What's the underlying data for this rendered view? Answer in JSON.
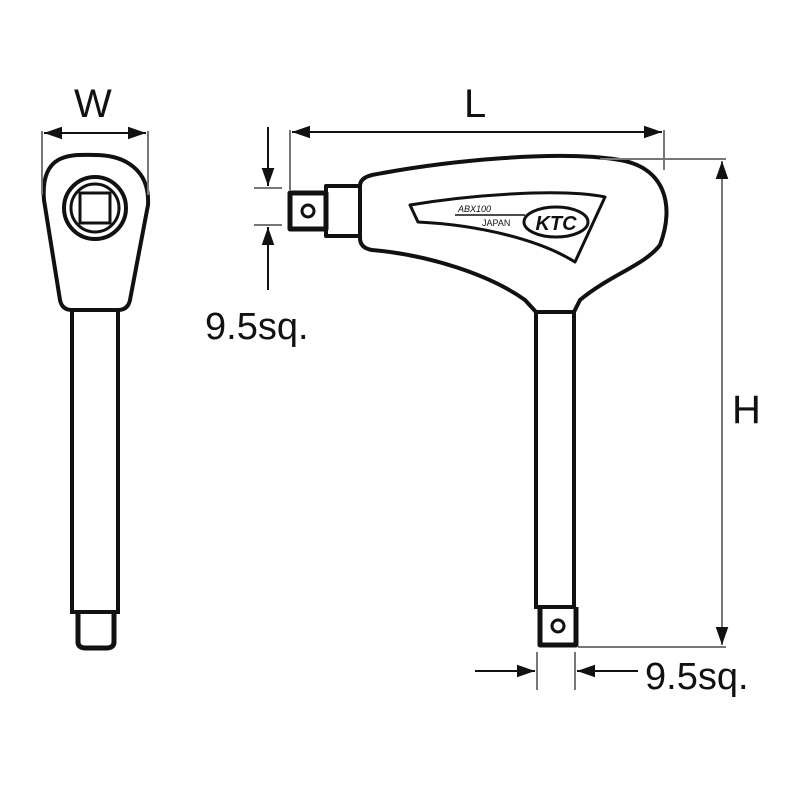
{
  "diagram": {
    "type": "technical-dimension-drawing",
    "subject": "T-handle ratchet with 9.5sq. drive",
    "colors": {
      "outline": "#111111",
      "dimension_line": "#777777",
      "background": "#ffffff"
    },
    "views": [
      {
        "name": "end-view",
        "description": "Ratchet head end view with square drive"
      },
      {
        "name": "side-view",
        "description": "T-handle side view with drive extension and shaft"
      }
    ],
    "dimensions": {
      "width_label": "W",
      "length_label": "L",
      "height_label": "H",
      "side_drive_size": "9.5sq.",
      "bottom_drive_size": "9.5sq."
    },
    "handle_marking": {
      "model_text": "ABX100",
      "origin_text": "JAPAN",
      "brand_logo": "KTC"
    }
  }
}
